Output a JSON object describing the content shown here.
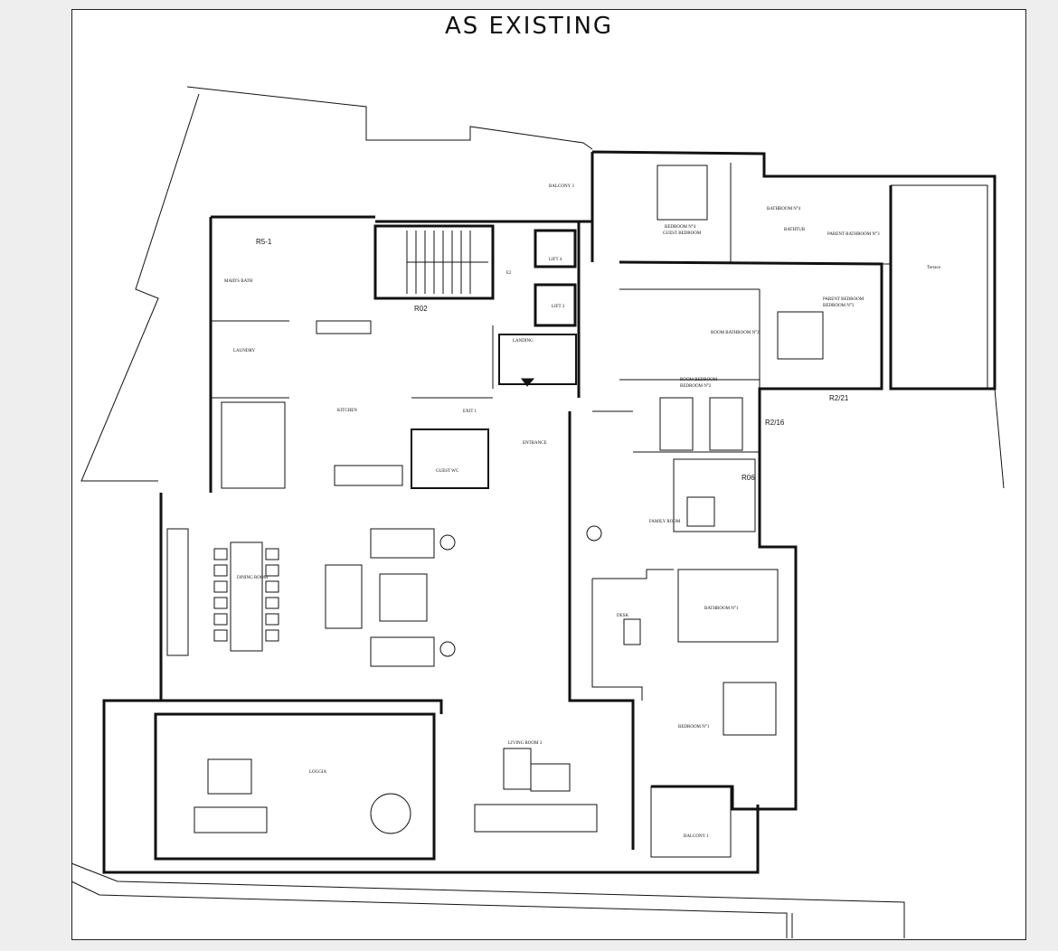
{
  "title": "AS EXISTING",
  "labels": {
    "balcony_3": "BALCONY 3",
    "bedroom_4": "BEDROOM N°4",
    "guest_bedroom": "GUEST BEDROOM",
    "bathroom_4": "BATHROOM N°4",
    "bathtub": "BATHTUB",
    "parent_bathroom": "PARENT BATHROOM N°3",
    "terrace": "Terrace",
    "maids_bath": "MAID'S BATH",
    "laundry": "LAUNDRY",
    "kitchen": "KITCHEN",
    "lift_4": "LIFT 4",
    "lift_3": "LIFT 3",
    "e2": "E2",
    "landing": "LANDING",
    "entrance": "ENTRANCE",
    "exit_1": "EXIT 1",
    "guest_wc": "GUEST WC",
    "parent_bedroom": "PARENT BEDROOM",
    "bedroom_3": "BEDROOM N°3",
    "room_bathroom_2": "ROOM BATHROOM N°2",
    "room_bedroom": "ROOM BEDROOM",
    "bedroom_2": "BEDROOM N°2",
    "family_room": "FAMILY ROOM",
    "dining_room": "DINING ROOM",
    "desk": "DESK",
    "bathroom_1": "BATHROOM N°1",
    "bedroom_1": "BEDROOM N°1",
    "loggia": "LOGGIA",
    "living_room": "LIVING ROOM 3",
    "balcony_1": "BALCONY 1"
  },
  "tags": {
    "r5_1": "R5-1",
    "r02": "R02",
    "r06": "R06",
    "r2_16": "R2/16",
    "r2_21": "R2/21"
  }
}
